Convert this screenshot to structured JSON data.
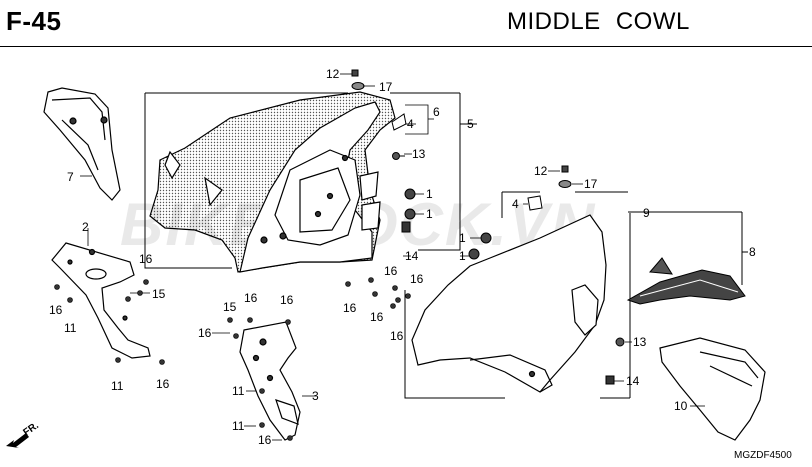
{
  "header": {
    "code": "F-45",
    "title": "MIDDLE  COWL"
  },
  "watermark": "BIKESTOCK.VN",
  "diagram_code": "MGZDF4500",
  "direction_label": "FR.",
  "callouts": {
    "c12a": "12",
    "c17a": "17",
    "c6": "6",
    "c4a": "4",
    "c5": "5",
    "c13a": "13",
    "c1a": "1",
    "c1b": "1",
    "c7": "7",
    "c2": "2",
    "c16a": "16",
    "c15a": "15",
    "c16b": "16",
    "c11a": "11",
    "c11b": "11",
    "c16c": "16",
    "c14a": "14",
    "c16d": "16",
    "c16e": "16",
    "c16f": "16",
    "c16g": "16",
    "c16h": "16",
    "c15b": "15",
    "c16i": "16",
    "c16j": "16",
    "c11c": "11",
    "c3": "3",
    "c11d": "11",
    "c16k": "16",
    "c12b": "12",
    "c17b": "17",
    "c4b": "4",
    "c9": "9",
    "c1c": "1",
    "c1d": "1",
    "c8": "8",
    "c13b": "13",
    "c14b": "14",
    "c10": "10"
  }
}
